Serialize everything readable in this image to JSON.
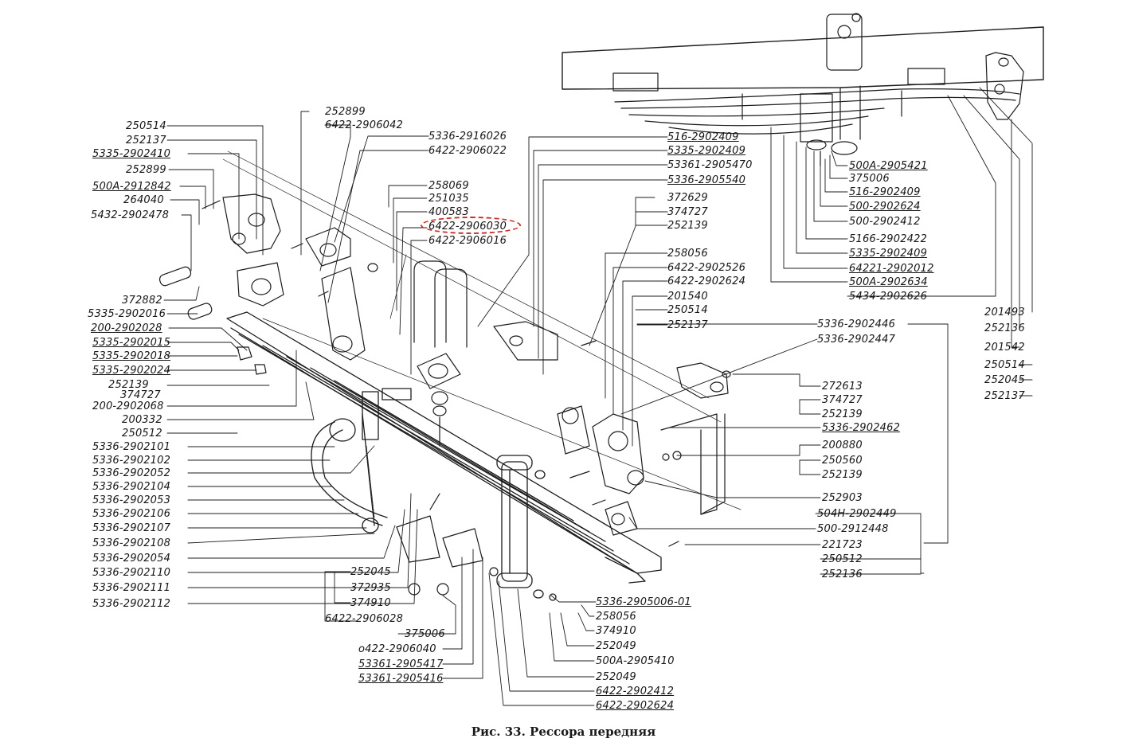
{
  "caption": "Рис. 33. Рессора передняя",
  "highlight_color": "#d9231e",
  "labels": {
    "left": [
      "250514",
      "252137",
      "5335-2902410",
      "252899",
      "500А-2912842",
      "264040",
      "5432-2902478",
      "372882",
      "5335-2902016",
      "200-2902028",
      "5335-2902015",
      "5335-2902018",
      "5335-2902024",
      "252139",
      "374727",
      "200-2902068",
      "200332",
      "250512",
      "5336-2902101",
      "5336-2902102",
      "5336-2902052",
      "5336-2902104",
      "5336-2902053",
      "5336-2902106",
      "5336-2902107",
      "5336-2902108",
      "5336-2902054",
      "5336-2902110",
      "5336-2902111",
      "5336-2902112"
    ],
    "top_center": [
      "252899",
      "6422-2906042",
      "5336-2916026",
      "6422-2906022",
      "258069",
      "251035",
      "400583",
      "6422-2906030",
      "6422-2906016"
    ],
    "center": [
      "516-2902409",
      "5335-2902409",
      "53361-2905470",
      "5336-2905540",
      "372629",
      "374727",
      "252139",
      "258056",
      "6422-2902526",
      "6422-2902624",
      "201540",
      "250514",
      "252137"
    ],
    "top_right": [
      "500А-2905421",
      "375006",
      "516-2902409",
      "500-2902624",
      "500-2902412",
      "5166-2902422",
      "5335-2902409",
      "64221-2902012",
      "500А-2902634",
      "5434-2902626"
    ],
    "far_right": [
      "201493",
      "252136",
      "201542",
      "250514",
      "252045",
      "252137"
    ],
    "right": [
      "5336-2902446",
      "5336-2902447",
      "272613",
      "374727",
      "252139",
      "5336-2902462",
      "200880",
      "250560",
      "252139",
      "252903",
      "504Н-2902449",
      "500-2912448",
      "221723",
      "250512",
      "252136"
    ],
    "bottom": [
      "252045",
      "372935",
      "374910",
      "6422-2906028",
      "375006",
      "о422-2906040",
      "53361-2905417",
      "53361-2905416",
      "5336-2905006-01",
      "258056",
      "374910",
      "252049",
      "500А-2905410",
      "252049",
      "6422-2902412",
      "6422-2902624"
    ]
  }
}
